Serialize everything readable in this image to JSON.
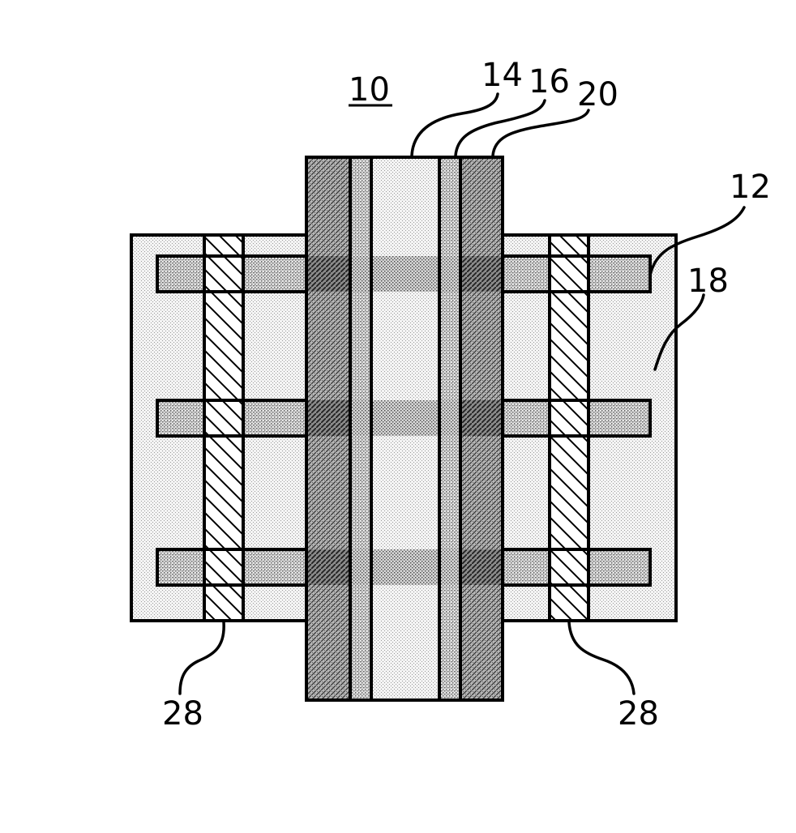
{
  "figure": {
    "ref_main": "10",
    "labels": {
      "gate_center": "14",
      "spacer_inner": "16",
      "spacer_outer": "20",
      "fins": "12",
      "substrate": "18",
      "contact_left": "28",
      "contact_right": "28"
    }
  },
  "colors": {
    "ink": "#000000",
    "paper": "#ffffff",
    "light_fill": "#e2e2e2",
    "medium_fill": "#c4c4c4",
    "dark_fill": "#8a8a8a"
  }
}
